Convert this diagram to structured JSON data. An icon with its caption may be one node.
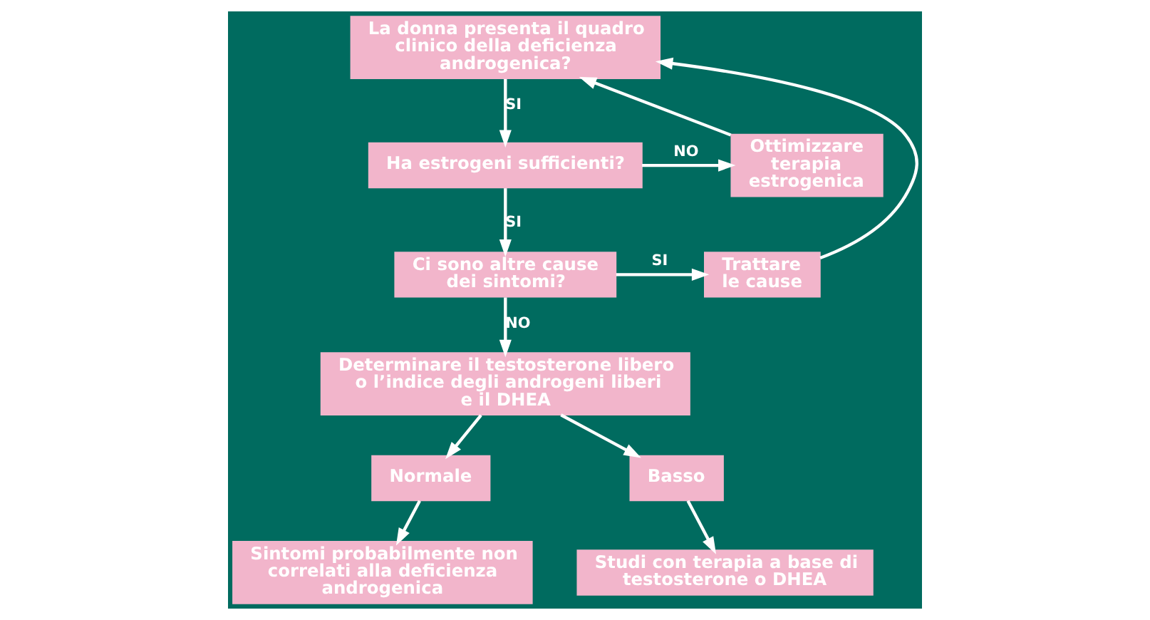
{
  "diagram": {
    "nodes": [
      {
        "text": [
          "La donna presenta il quadro clinico della deficienza androgenica?"
        ]
      },
      {
        "text": [
          "Ha estrogeni sufficienti?"
        ]
      },
      {
        "text": [
          "Ottimizzare terapia estrogenica"
        ]
      },
      {
        "text": [
          "Ci sono altre cause dei sintomi?"
        ]
      },
      {
        "text": [
          "Trattare le cause"
        ]
      },
      {
        "text": [
          "Determinare il testosterone libero o l’indice degli androgeni liberi e il DHEA"
        ]
      },
      {
        "text": [
          "Normale"
        ]
      },
      {
        "text": [
          "Basso"
        ]
      },
      {
        "text": [
          "Sintomi probabilmente non correlati alla deficienza androgenica"
        ]
      },
      {
        "text": [
          "Studi con terapia a base di testosterone o DHEA"
        ]
      }
    ],
    "edges": [
      {
        "from": 0,
        "to": 1,
        "arrow": "to",
        "label": "SI"
      },
      {
        "from": 1,
        "to": 2,
        "arrow": "to",
        "label": "NO"
      },
      {
        "from": 2,
        "to": 0,
        "arrow": "to"
      },
      {
        "from": 1,
        "to": 3,
        "arrow": "to",
        "label": "SI"
      },
      {
        "from": 3,
        "to": 4,
        "arrow": "to",
        "label": "SI"
      },
      {
        "from": 4,
        "to": 0,
        "arrow": "to"
      },
      {
        "from": 3,
        "to": 5,
        "arrow": "to",
        "label": "NO"
      },
      {
        "from": 5,
        "to": 6,
        "arrow": "to"
      },
      {
        "from": 5,
        "to": 7,
        "arrow": "to"
      },
      {
        "from": 6,
        "to": 8,
        "arrow": "to"
      },
      {
        "from": 7,
        "to": 9,
        "arrow": "to"
      }
    ]
  }
}
